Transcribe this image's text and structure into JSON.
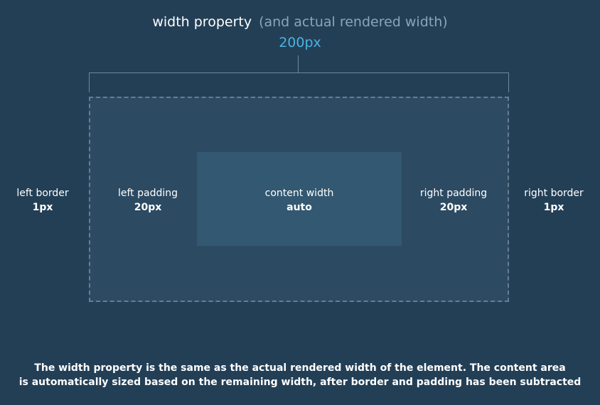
{
  "header": {
    "title": "width property",
    "subtitle": "(and actual rendered width)",
    "value": "200px"
  },
  "labels": {
    "left_border": {
      "name": "left border",
      "value": "1px"
    },
    "left_padding": {
      "name": "left padding",
      "value": "20px"
    },
    "content": {
      "name": "content width",
      "value": "auto"
    },
    "right_padding": {
      "name": "right padding",
      "value": "20px"
    },
    "right_border": {
      "name": "right border",
      "value": "1px"
    }
  },
  "caption": {
    "line1": "The width property is the same as the actual rendered width of the element. The content area",
    "line2": "is automatically sized based on the remaining width, after border and padding has been subtracted"
  },
  "colors": {
    "background": "#233f56",
    "box": "#2c4a62",
    "content": "#335871",
    "accent": "#4bb3e0",
    "muted": "#8aa5bb"
  }
}
